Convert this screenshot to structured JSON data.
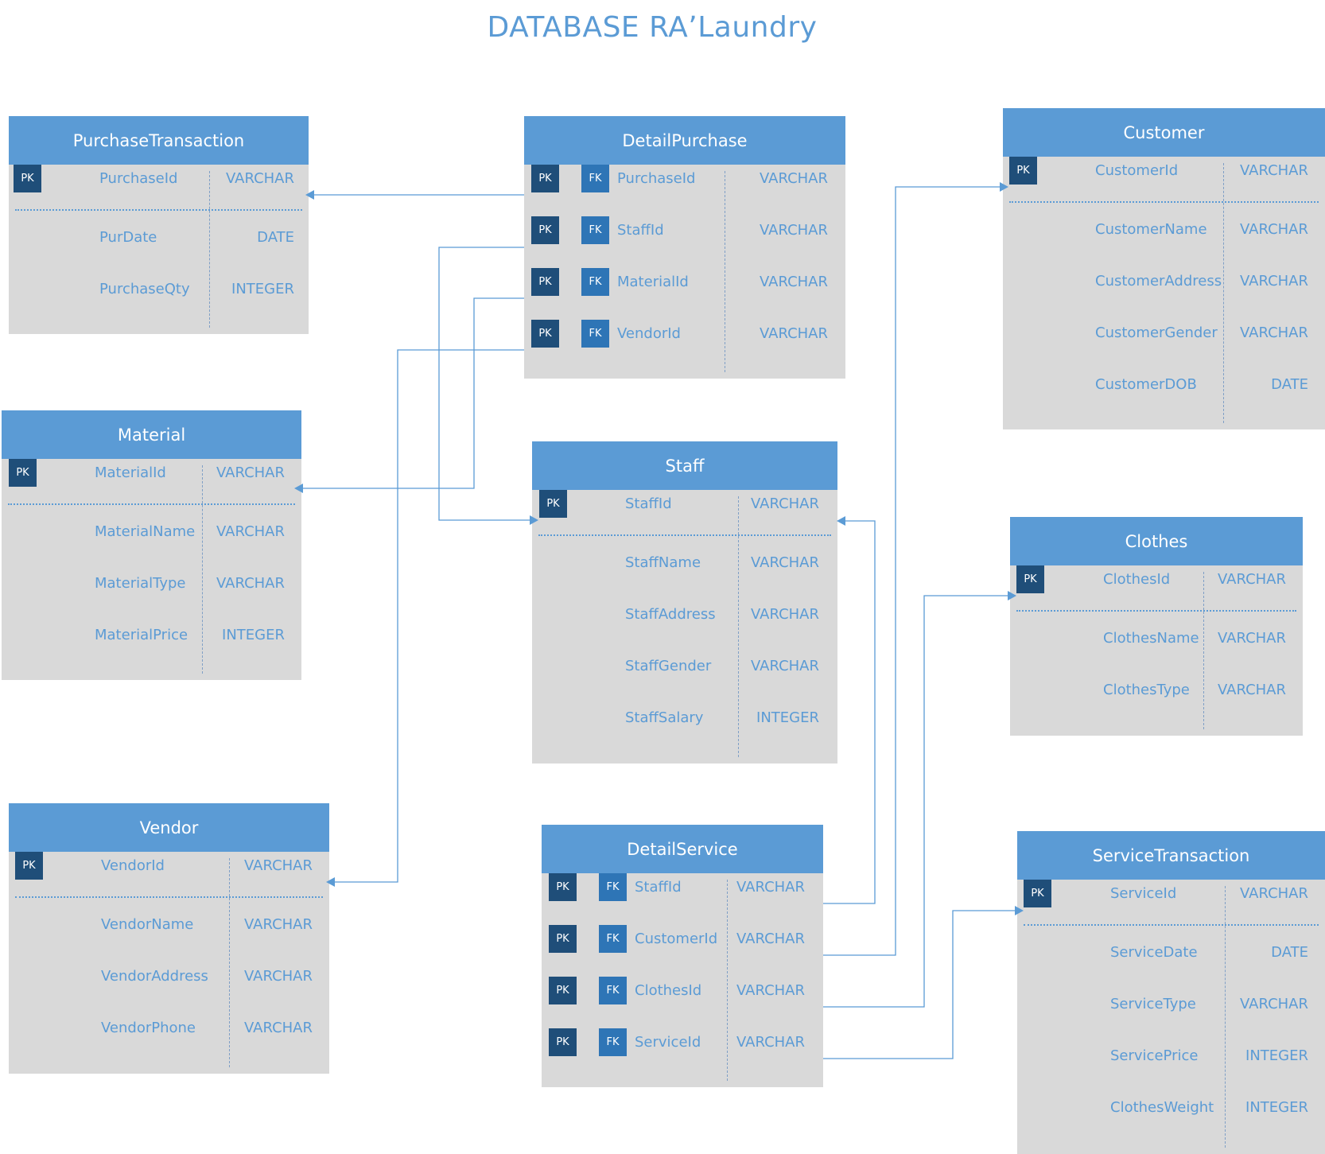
{
  "title": "DATABASE RA’Laundry",
  "colors": {
    "header": "#5b9bd5",
    "body": "#d9d9d9",
    "pk_badge": "#1f4e79",
    "fk_badge": "#2e75b6",
    "text": "#5b9bd5"
  },
  "entities": [
    {
      "id": "purchasetransaction",
      "name": "PurchaseTransaction",
      "attributes": [
        {
          "keys": [
            "PK"
          ],
          "name": "PurchaseId",
          "type": "VARCHAR"
        },
        {
          "keys": [],
          "name": "PurDate",
          "type": "DATE"
        },
        {
          "keys": [],
          "name": "PurchaseQty",
          "type": "INTEGER"
        }
      ]
    },
    {
      "id": "detailpurchase",
      "name": "DetailPurchase",
      "attributes": [
        {
          "keys": [
            "PK",
            "FK"
          ],
          "name": "PurchaseId",
          "type": "VARCHAR"
        },
        {
          "keys": [
            "PK",
            "FK"
          ],
          "name": "StaffId",
          "type": "VARCHAR"
        },
        {
          "keys": [
            "PK",
            "FK"
          ],
          "name": "MaterialId",
          "type": "VARCHAR"
        },
        {
          "keys": [
            "PK",
            "FK"
          ],
          "name": "VendorId",
          "type": "VARCHAR"
        }
      ]
    },
    {
      "id": "customer",
      "name": "Customer",
      "attributes": [
        {
          "keys": [
            "PK"
          ],
          "name": "CustomerId",
          "type": "VARCHAR"
        },
        {
          "keys": [],
          "name": "CustomerName",
          "type": "VARCHAR"
        },
        {
          "keys": [],
          "name": "CustomerAddress",
          "type": "VARCHAR"
        },
        {
          "keys": [],
          "name": "CustomerGender",
          "type": "VARCHAR"
        },
        {
          "keys": [],
          "name": "CustomerDOB",
          "type": "DATE"
        }
      ]
    },
    {
      "id": "material",
      "name": "Material",
      "attributes": [
        {
          "keys": [
            "PK"
          ],
          "name": "MaterialId",
          "type": "VARCHAR"
        },
        {
          "keys": [],
          "name": "MaterialName",
          "type": "VARCHAR"
        },
        {
          "keys": [],
          "name": "MaterialType",
          "type": "VARCHAR"
        },
        {
          "keys": [],
          "name": "MaterialPrice",
          "type": "INTEGER"
        }
      ]
    },
    {
      "id": "staff",
      "name": "Staff",
      "attributes": [
        {
          "keys": [
            "PK"
          ],
          "name": "StaffId",
          "type": "VARCHAR"
        },
        {
          "keys": [],
          "name": "StaffName",
          "type": "VARCHAR"
        },
        {
          "keys": [],
          "name": "StaffAddress",
          "type": "VARCHAR"
        },
        {
          "keys": [],
          "name": "StaffGender",
          "type": "VARCHAR"
        },
        {
          "keys": [],
          "name": "StaffSalary",
          "type": "INTEGER"
        }
      ]
    },
    {
      "id": "clothes",
      "name": "Clothes",
      "attributes": [
        {
          "keys": [
            "PK"
          ],
          "name": "ClothesId",
          "type": "VARCHAR"
        },
        {
          "keys": [],
          "name": "ClothesName",
          "type": "VARCHAR"
        },
        {
          "keys": [],
          "name": "ClothesType",
          "type": "VARCHAR"
        }
      ]
    },
    {
      "id": "vendor",
      "name": "Vendor",
      "attributes": [
        {
          "keys": [
            "PK"
          ],
          "name": "VendorId",
          "type": "VARCHAR"
        },
        {
          "keys": [],
          "name": "VendorName",
          "type": "VARCHAR"
        },
        {
          "keys": [],
          "name": "VendorAddress",
          "type": "VARCHAR"
        },
        {
          "keys": [],
          "name": "VendorPhone",
          "type": "VARCHAR"
        }
      ]
    },
    {
      "id": "detailservice",
      "name": "DetailService",
      "attributes": [
        {
          "keys": [
            "PK",
            "FK"
          ],
          "name": "StaffId",
          "type": "VARCHAR"
        },
        {
          "keys": [
            "PK",
            "FK"
          ],
          "name": "CustomerId",
          "type": "VARCHAR"
        },
        {
          "keys": [
            "PK",
            "FK"
          ],
          "name": "ClothesId",
          "type": "VARCHAR"
        },
        {
          "keys": [
            "PK",
            "FK"
          ],
          "name": "ServiceId",
          "type": "VARCHAR"
        }
      ]
    },
    {
      "id": "servicetransaction",
      "name": "ServiceTransaction",
      "attributes": [
        {
          "keys": [
            "PK"
          ],
          "name": "ServiceId",
          "type": "VARCHAR"
        },
        {
          "keys": [],
          "name": "ServiceDate",
          "type": "DATE"
        },
        {
          "keys": [],
          "name": "ServiceType",
          "type": "VARCHAR"
        },
        {
          "keys": [],
          "name": "ServicePrice",
          "type": "INTEGER"
        },
        {
          "keys": [],
          "name": "ClothesWeight",
          "type": "INTEGER"
        }
      ]
    }
  ],
  "relationships": [
    {
      "from": "detailpurchase.PurchaseId",
      "to": "purchasetransaction.PurchaseId"
    },
    {
      "from": "detailpurchase.StaffId",
      "to": "staff.StaffId"
    },
    {
      "from": "detailpurchase.MaterialId",
      "to": "material.MaterialId"
    },
    {
      "from": "detailpurchase.VendorId",
      "to": "vendor.VendorId"
    },
    {
      "from": "detailservice.StaffId",
      "to": "staff.StaffId"
    },
    {
      "from": "detailservice.CustomerId",
      "to": "customer.CustomerId"
    },
    {
      "from": "detailservice.ClothesId",
      "to": "clothes.ClothesId"
    },
    {
      "from": "detailservice.ServiceId",
      "to": "servicetransaction.ServiceId"
    }
  ]
}
